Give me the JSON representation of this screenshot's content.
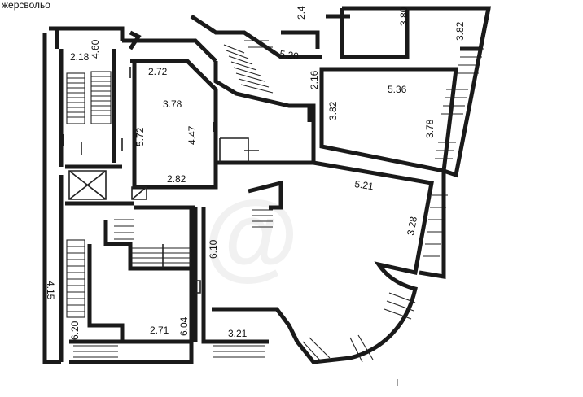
{
  "plan": {
    "top_left_caption": "жерсвольо",
    "section_mark": "I",
    "side_fragment_1": "4.15",
    "side_fragment_2": "2.4",
    "dimensions": [
      {
        "id": "d1",
        "text": "2.18"
      },
      {
        "id": "d2",
        "text": "4.60"
      },
      {
        "id": "d3",
        "text": "2.72"
      },
      {
        "id": "d4",
        "text": "3.78"
      },
      {
        "id": "d5",
        "text": "5.72"
      },
      {
        "id": "d6",
        "text": "4.47"
      },
      {
        "id": "d7",
        "text": "2.82"
      },
      {
        "id": "d8",
        "text": "5.20"
      },
      {
        "id": "d9",
        "text": "2.16"
      },
      {
        "id": "d10",
        "text": "3.80"
      },
      {
        "id": "d11",
        "text": "3.82"
      },
      {
        "id": "d12",
        "text": "5.36"
      },
      {
        "id": "d13",
        "text": "3.82"
      },
      {
        "id": "d14",
        "text": "3.78"
      },
      {
        "id": "d15",
        "text": "5.21"
      },
      {
        "id": "d16",
        "text": "3.28"
      },
      {
        "id": "d17",
        "text": "6.10"
      },
      {
        "id": "d18",
        "text": "2.71"
      },
      {
        "id": "d19",
        "text": "6.04"
      },
      {
        "id": "d20",
        "text": "6.20"
      },
      {
        "id": "d21",
        "text": "3.21"
      }
    ]
  }
}
